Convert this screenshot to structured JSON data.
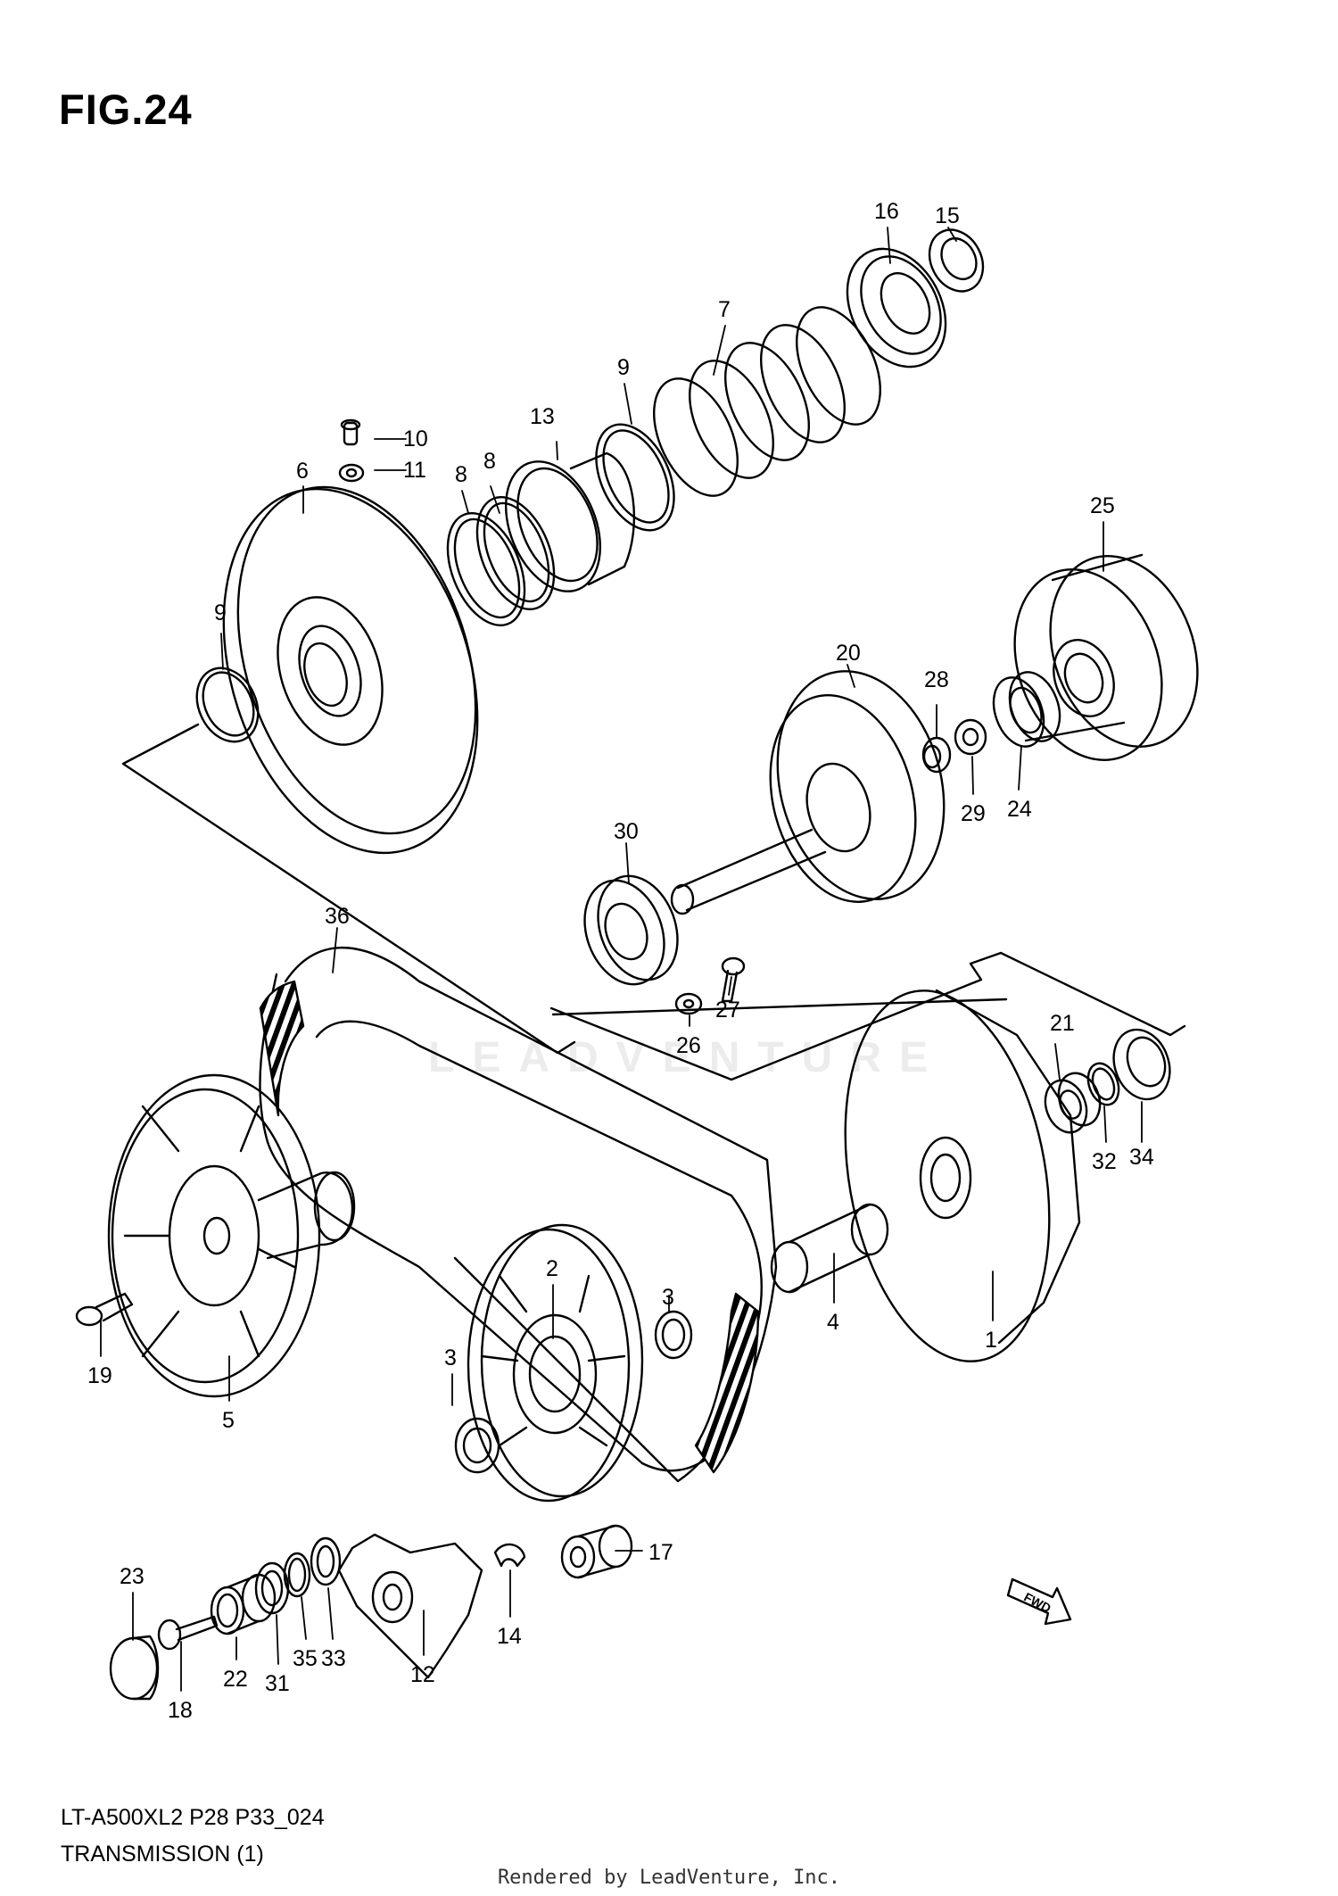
{
  "figure": {
    "title": "FIG.24",
    "model_code": "LT-A500XL2 P28 P33_024",
    "section_title": "TRANSMISSION (1)",
    "footer": "Rendered by LeadVenture, Inc.",
    "watermark": "LEADVENTURE",
    "direction_badge": "FWD"
  },
  "callouts": [
    {
      "id": "1",
      "label": "1"
    },
    {
      "id": "2",
      "label": "2"
    },
    {
      "id": "3a",
      "label": "3"
    },
    {
      "id": "3b",
      "label": "3"
    },
    {
      "id": "4",
      "label": "4"
    },
    {
      "id": "5",
      "label": "5"
    },
    {
      "id": "6",
      "label": "6"
    },
    {
      "id": "7",
      "label": "7"
    },
    {
      "id": "8a",
      "label": "8"
    },
    {
      "id": "8b",
      "label": "8"
    },
    {
      "id": "9a",
      "label": "9"
    },
    {
      "id": "9b",
      "label": "9"
    },
    {
      "id": "10",
      "label": "10"
    },
    {
      "id": "11",
      "label": "11"
    },
    {
      "id": "12",
      "label": "12"
    },
    {
      "id": "13",
      "label": "13"
    },
    {
      "id": "14",
      "label": "14"
    },
    {
      "id": "15",
      "label": "15"
    },
    {
      "id": "16",
      "label": "16"
    },
    {
      "id": "17",
      "label": "17"
    },
    {
      "id": "18",
      "label": "18"
    },
    {
      "id": "19",
      "label": "19"
    },
    {
      "id": "20",
      "label": "20"
    },
    {
      "id": "21",
      "label": "21"
    },
    {
      "id": "22",
      "label": "22"
    },
    {
      "id": "23",
      "label": "23"
    },
    {
      "id": "24",
      "label": "24"
    },
    {
      "id": "25",
      "label": "25"
    },
    {
      "id": "26",
      "label": "26"
    },
    {
      "id": "27",
      "label": "27"
    },
    {
      "id": "28",
      "label": "28"
    },
    {
      "id": "29",
      "label": "29"
    },
    {
      "id": "30",
      "label": "30"
    },
    {
      "id": "31",
      "label": "31"
    },
    {
      "id": "32",
      "label": "32"
    },
    {
      "id": "33",
      "label": "33"
    },
    {
      "id": "34",
      "label": "34"
    },
    {
      "id": "35",
      "label": "35"
    },
    {
      "id": "36",
      "label": "36"
    }
  ]
}
